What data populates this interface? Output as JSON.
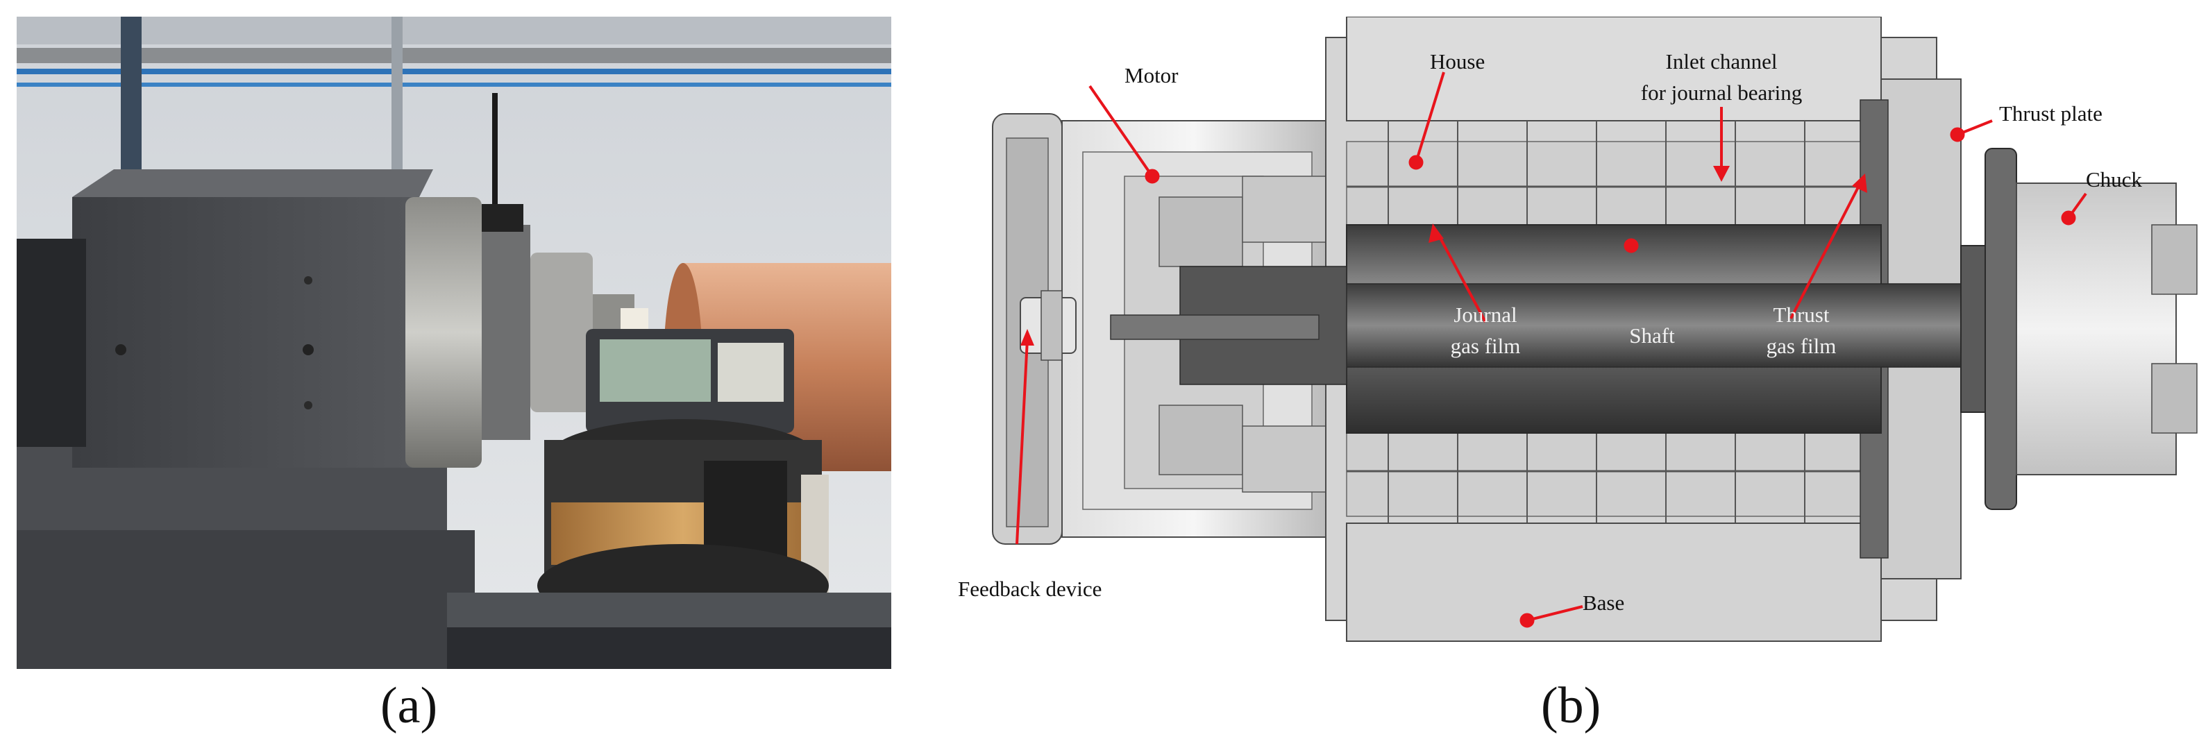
{
  "captions": {
    "a": "(a)",
    "b": "(b)"
  },
  "labels": {
    "motor": "Motor",
    "house": "House",
    "inlet_line1": "Inlet channel",
    "inlet_line2": "for journal bearing",
    "thrust_plate": "Thrust plate",
    "chuck": "Chuck",
    "journal_line1": "Journal",
    "journal_line2": "gas film",
    "shaft": "Shaft",
    "thrust_line1": "Thrust",
    "thrust_line2": "gas film",
    "feedback": "Feedback device",
    "base": "Base"
  },
  "colors": {
    "annotation": "#e8141c",
    "housing": "#d7d7d7",
    "shaft": "#5c5c5c",
    "bg": "#ffffff"
  }
}
